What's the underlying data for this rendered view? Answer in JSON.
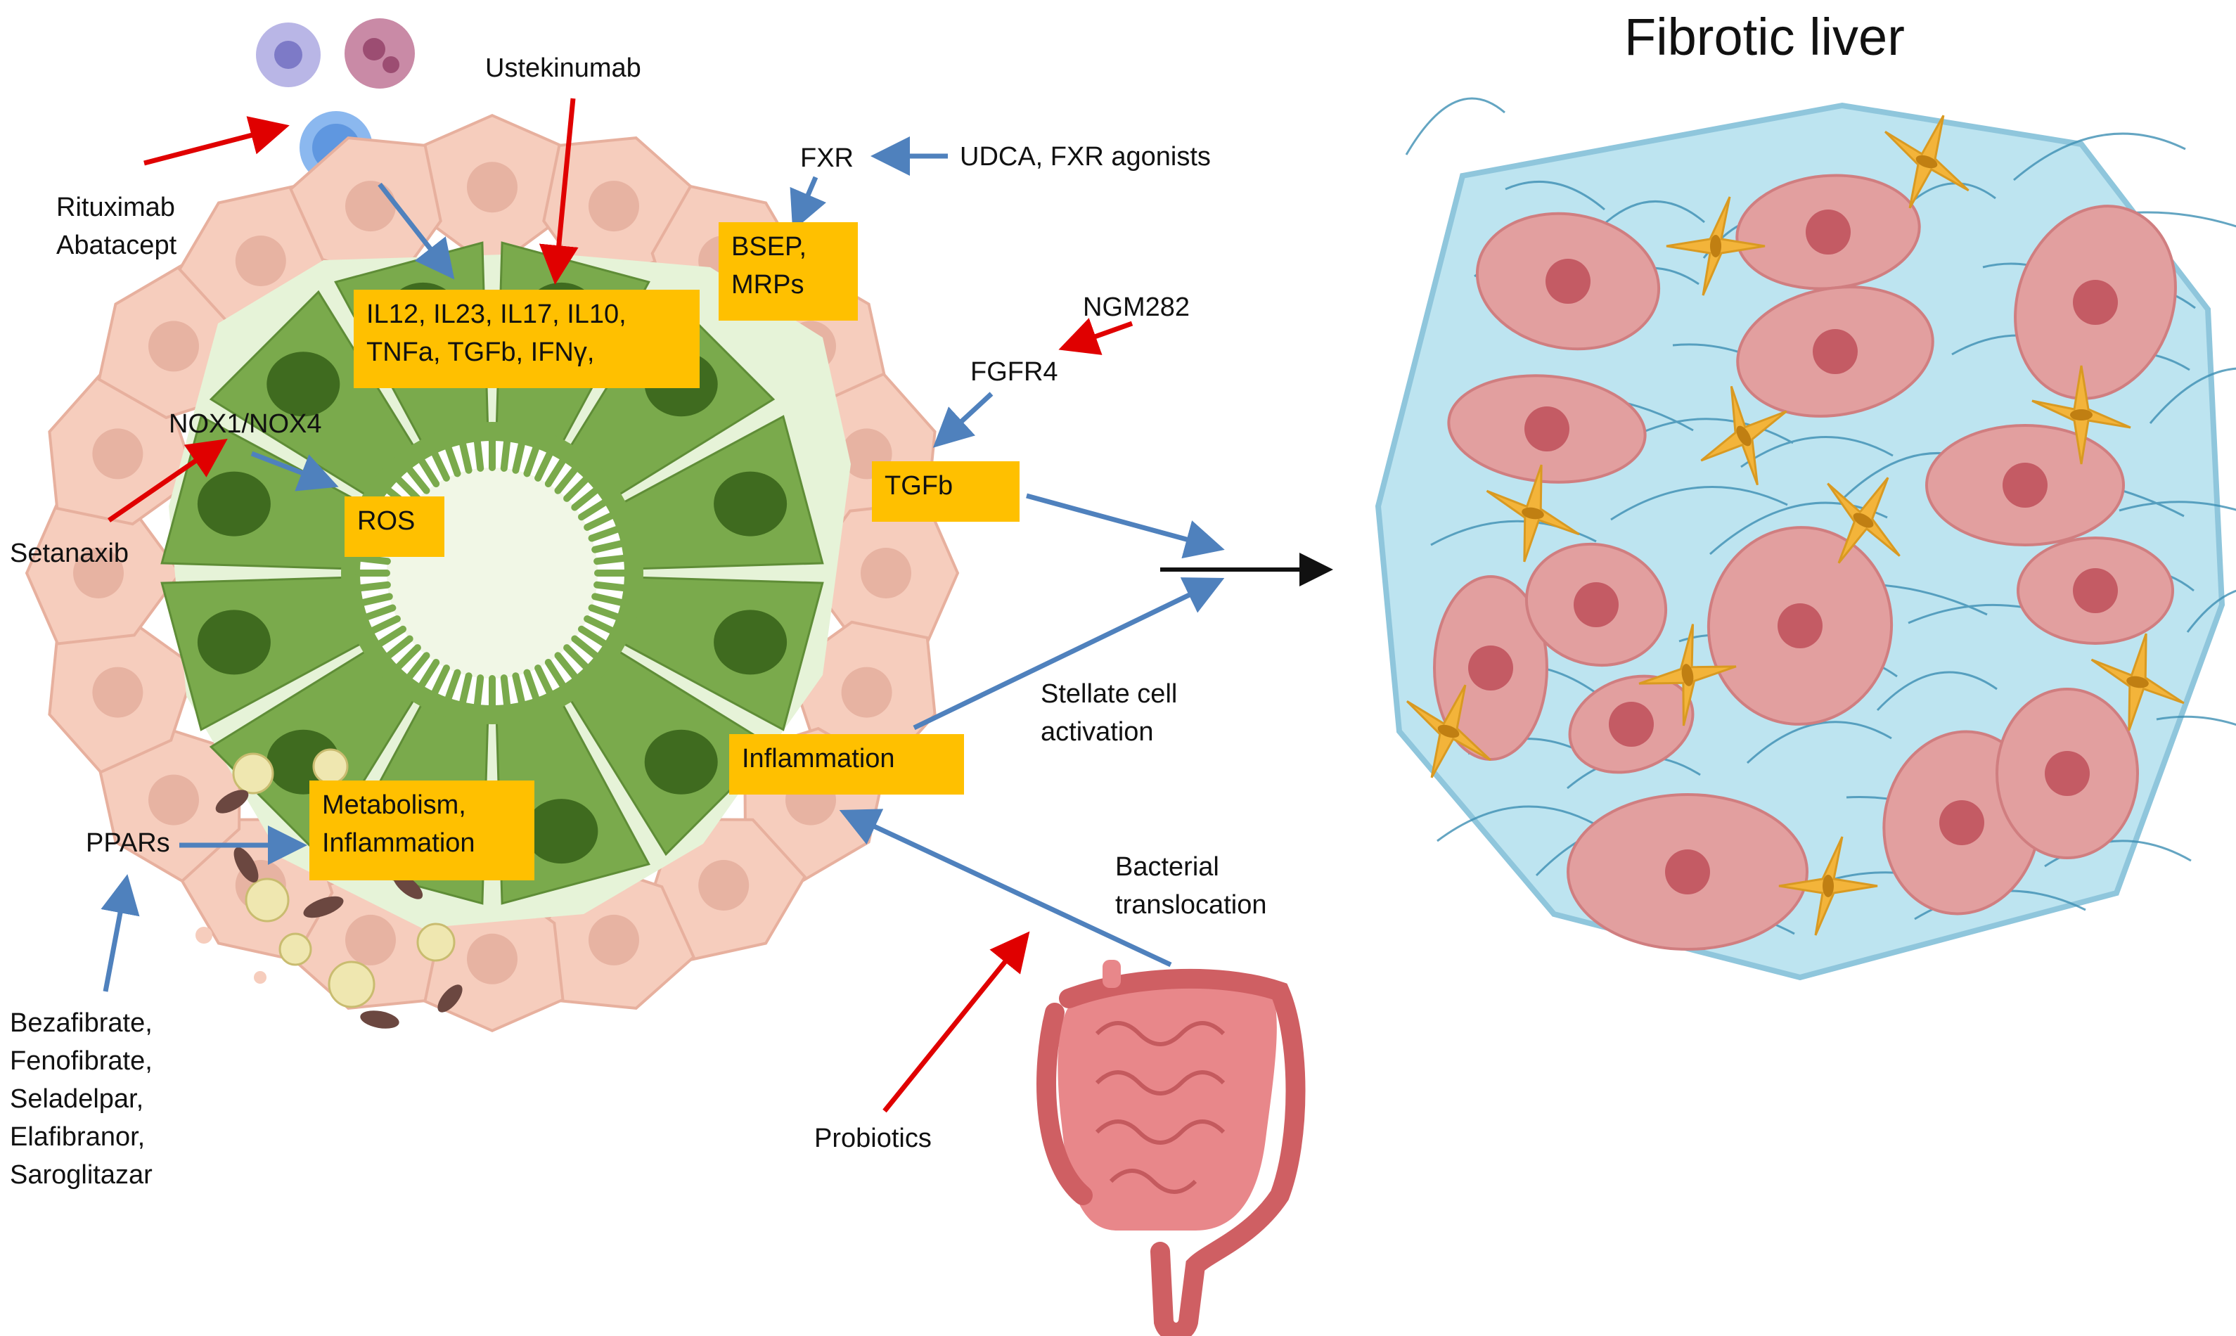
{
  "title": "Fibrotic liver",
  "drug_labels": {
    "ustekinumab": "Ustekinumab",
    "rituximab_abatacept": "Rituximab\nAbatacept",
    "udca": "UDCA, FXR agonists",
    "ngm282": "NGM282",
    "setanaxib": "Setanaxib",
    "bezafibrate_group": "Bezafibrate,\nFenofibrate,\nSeladelpar,\nElafibranor,\nSaroglitazar",
    "probiotics": "Probiotics"
  },
  "target_labels": {
    "fxr": "FXR",
    "fgfr4": "FGFR4",
    "nox": "NOX1/NOX4",
    "ppars": "PPARs"
  },
  "effect_boxes": {
    "cytokines": "IL12, IL23, IL17, IL10,\nTNFa, TGFb, IFNγ,",
    "bsep": "BSEP,\nMRPs",
    "tgfb": "TGFb",
    "ros": "ROS",
    "inflammation": "Inflammation",
    "metabolism": "Metabolism,\nInflammation"
  },
  "process_labels": {
    "stellate": "Stellate cell\nactivation",
    "bacterial": "Bacterial\ntranslocation"
  },
  "colors": {
    "effect_box": "#ffc000",
    "inhibit_arrow": "#e00000",
    "effect_arrow": "#4f81bd",
    "cholangiocyte": "#7aaa4c",
    "hepatocyte": "#f6cdbd",
    "fibrous_tissue": "#bde4f0",
    "stellate_cell": "#f3b43a"
  }
}
